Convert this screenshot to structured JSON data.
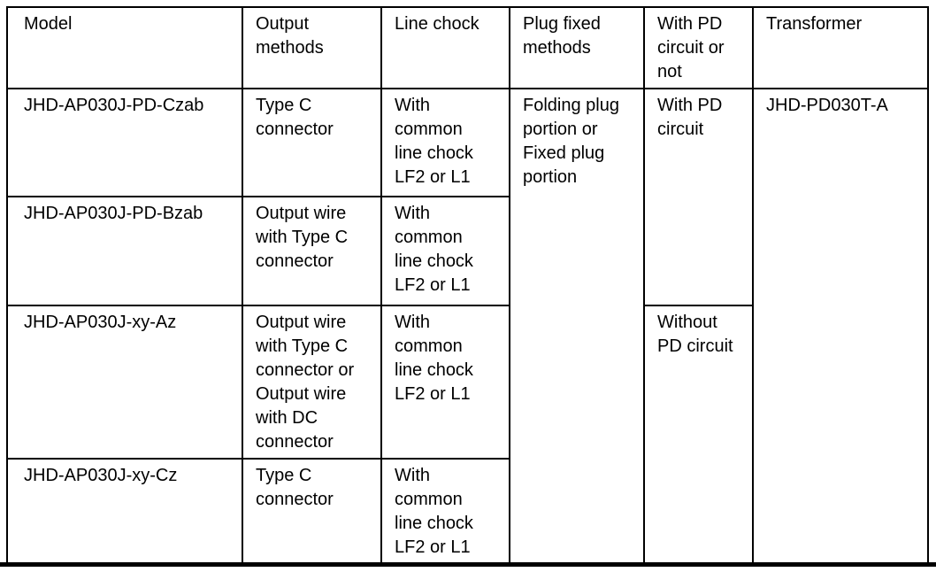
{
  "page": {
    "background_color": "#ffffff",
    "border_color": "#000000"
  },
  "table": {
    "headers": [
      "Model",
      "Output methods",
      "Line chock",
      "Plug fixed methods",
      "With PD circuit or not",
      "Transformer"
    ],
    "rows": [
      {
        "model": "JHD-AP030J-PD-Czab",
        "output": "Type C connector",
        "chock": "With common line chock LF2 or L1"
      },
      {
        "model": "JHD-AP030J-PD-Bzab",
        "output": "Output wire with Type C connector",
        "chock": "With common line chock LF2 or L1"
      },
      {
        "model": "JHD-AP030J-xy-Az",
        "output": "Output wire with Type C connector or Output wire with DC connector",
        "chock": "With common line chock LF2 or L1"
      },
      {
        "model": "JHD-AP030J-xy-Cz",
        "output": "Type C connector",
        "chock": "With common line chock LF2 or L1"
      }
    ],
    "merged": {
      "plug_fixed": "Folding plug portion or Fixed plug portion",
      "with_pd": "With PD circuit",
      "without_pd": "Without PD circuit",
      "transformer": "JHD-PD030T-A"
    }
  }
}
